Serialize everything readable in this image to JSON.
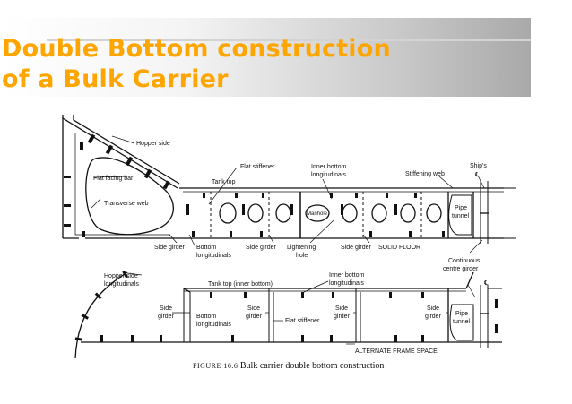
{
  "slide": {
    "title_line1": "Double Bottom construction",
    "title_line2": "of a Bulk Carrier",
    "title_color": "#ffa500"
  },
  "diagram": {
    "labels": {
      "hopper_side": "Hopper side",
      "flat_facing_bar": "Flat facing bar",
      "transverse_web": "Transverse web",
      "flat_stiffener_top": "Flat stiffener",
      "tank_top": "Tank top",
      "inner_bottom_long_1": "Inner bottom",
      "inner_bottom_long_2": "longitudinals",
      "stiffening_web": "Stiffening web",
      "ships_cl_1": "Ship's",
      "ships_cl_2": "℄",
      "pipe_tunnel_top_1": "Pipe",
      "pipe_tunnel_top_2": "tunnel",
      "manhole": "Manhole",
      "side_girder_a": "Side girder",
      "bottom_long_1": "Bottom",
      "bottom_long_2": "longitudinals",
      "side_girder_b": "Side girder",
      "lightening_1": "Lightening",
      "lightening_2": "hole",
      "side_girder_c": "Side girder",
      "solid_floor": "SOLID FLOOR",
      "continuous_1": "Continuous",
      "continuous_2": "centre girder",
      "hopper_side_long_1": "Hopper side",
      "hopper_side_long_2": "longitudinals",
      "tank_top_inner": "Tank top (inner bottom)",
      "inner_bottom_long2_1": "Inner bottom",
      "inner_bottom_long2_2": "longitudinals",
      "cl_lower": "℄",
      "side_girder_l1_1": "Side",
      "side_girder_l1_2": "girder",
      "bottom_long2_1": "Bottom",
      "bottom_long2_2": "longitudinals",
      "side_girder_l2_1": "Side",
      "side_girder_l2_2": "girder",
      "flat_stiffener_lower": "Flat stiffener",
      "side_girder_l3_1": "Side",
      "side_girder_l3_2": "girder",
      "side_girder_l4_1": "Side",
      "side_girder_l4_2": "girder",
      "pipe_tunnel_low_1": "Pipe",
      "pipe_tunnel_low_2": "tunnel",
      "alternate_frame": "ALTERNATE FRAME SPACE"
    },
    "caption_fig": "FIGURE 16.6",
    "caption_text": "Bulk carrier double bottom construction"
  }
}
